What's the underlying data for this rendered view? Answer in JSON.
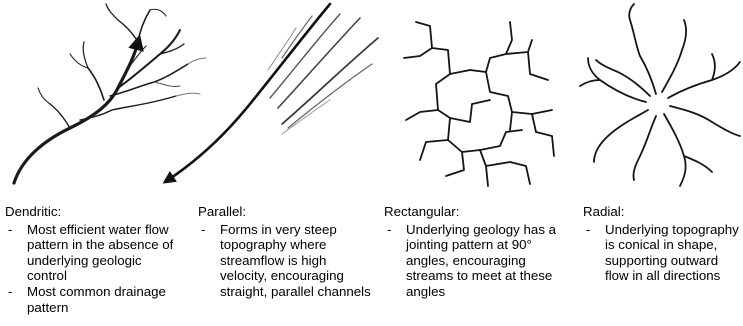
{
  "patterns": [
    {
      "title": "Dendritic:",
      "bullets": [
        "Most efficient water flow pattern in the absence of underlying geologic control",
        "Most common drainage pattern"
      ]
    },
    {
      "title": "Parallel:",
      "bullets": [
        "Forms in very steep topography where streamflow is high velocity, encouraging straight, parallel channels"
      ]
    },
    {
      "title": "Rectangular:",
      "bullets": [
        "Underlying geology has a jointing pattern at 90° angles, encouraging streams to meet at these angles"
      ]
    },
    {
      "title": "Radial:",
      "bullets": [
        "Underlying topography is conical in shape, supporting outward flow in all directions"
      ]
    }
  ]
}
